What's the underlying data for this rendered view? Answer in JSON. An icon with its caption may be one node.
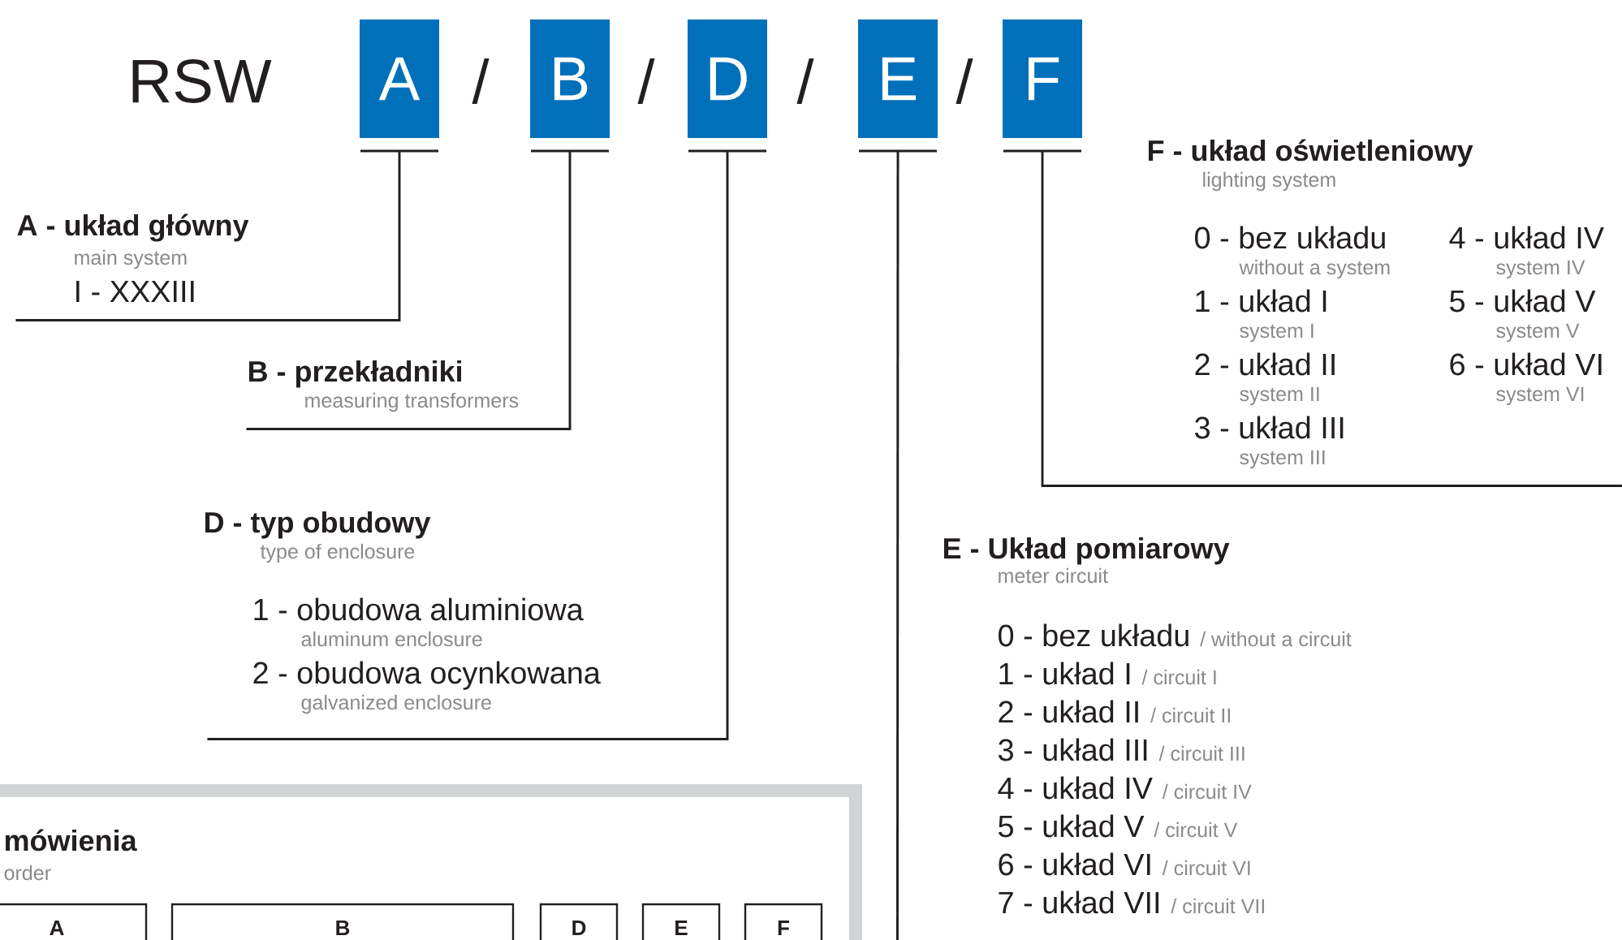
{
  "diagram": {
    "nodes": [
      {
        "text": [
          "A"
        ]
      },
      {
        "text": [
          "B"
        ]
      },
      {
        "text": [
          "D"
        ]
      },
      {
        "text": [
          "E"
        ]
      },
      {
        "text": [
          "F"
        ]
      },
      {
        "text": [
          "A - układ główny",
          "main system",
          "I - XXXIII"
        ]
      },
      {
        "text": [
          "B - przekładniki",
          "measuring transformers"
        ]
      },
      {
        "text": [
          "D - typ obudowy",
          "type of enclosure",
          "1 - obudowa aluminiowa",
          "aluminum enclosure",
          "2 - obudowa ocynkowana",
          "galvanized enclosure"
        ]
      },
      {
        "text": [
          "E - Układ pomiarowy",
          "meter circuit",
          "0 - bez układu",
          "/ without a circuit",
          "1 - układ I",
          "/ circuit I",
          "2 - układ II",
          "/ circuit II",
          "3 - układ III",
          "/ circuit III",
          "4 - układ IV",
          "/ circuit IV",
          "5 - układ V",
          "/ circuit V",
          "6 - układ VI",
          "/ circuit VI",
          "7 - układ VII",
          "/ circuit VII"
        ]
      },
      {
        "text": [
          "F - układ oświetleniowy",
          "lighting system",
          "0 - bez układu",
          "without a system",
          "1 - układ I",
          "system I",
          "2 - układ II",
          "system II",
          "3 - układ III",
          "system III",
          "4 - układ IV",
          "system IV",
          "5 - układ V",
          "system V",
          "6 - układ VI",
          "system VI"
        ]
      },
      {
        "text": [
          "mówienia",
          "order"
        ]
      },
      {
        "text": [
          "A"
        ],
        "in": 10
      },
      {
        "text": [
          "B"
        ],
        "in": 10
      },
      {
        "text": [
          "D"
        ],
        "in": 10
      },
      {
        "text": [
          "E"
        ],
        "in": 10
      },
      {
        "text": [
          "F"
        ],
        "in": 10
      }
    ],
    "edges": [
      {
        "from": 0,
        "to": 5,
        "arrow": "none"
      },
      {
        "from": 1,
        "to": 6,
        "arrow": "none"
      },
      {
        "from": 2,
        "to": 7,
        "arrow": "none"
      },
      {
        "from": 3,
        "to": 8,
        "arrow": "none"
      },
      {
        "from": 4,
        "to": 9,
        "arrow": "none"
      }
    ],
    "labels": [
      "RSW",
      "/",
      "/",
      "/",
      "/"
    ]
  }
}
